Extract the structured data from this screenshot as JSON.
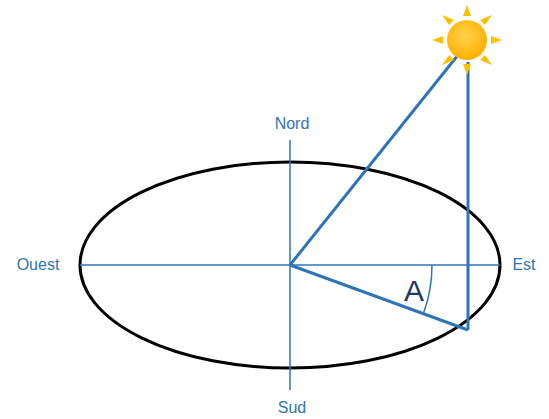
{
  "diagram": {
    "labels": [
      "Nord",
      "Sud",
      "Ouest",
      "Est",
      "A"
    ]
  }
}
